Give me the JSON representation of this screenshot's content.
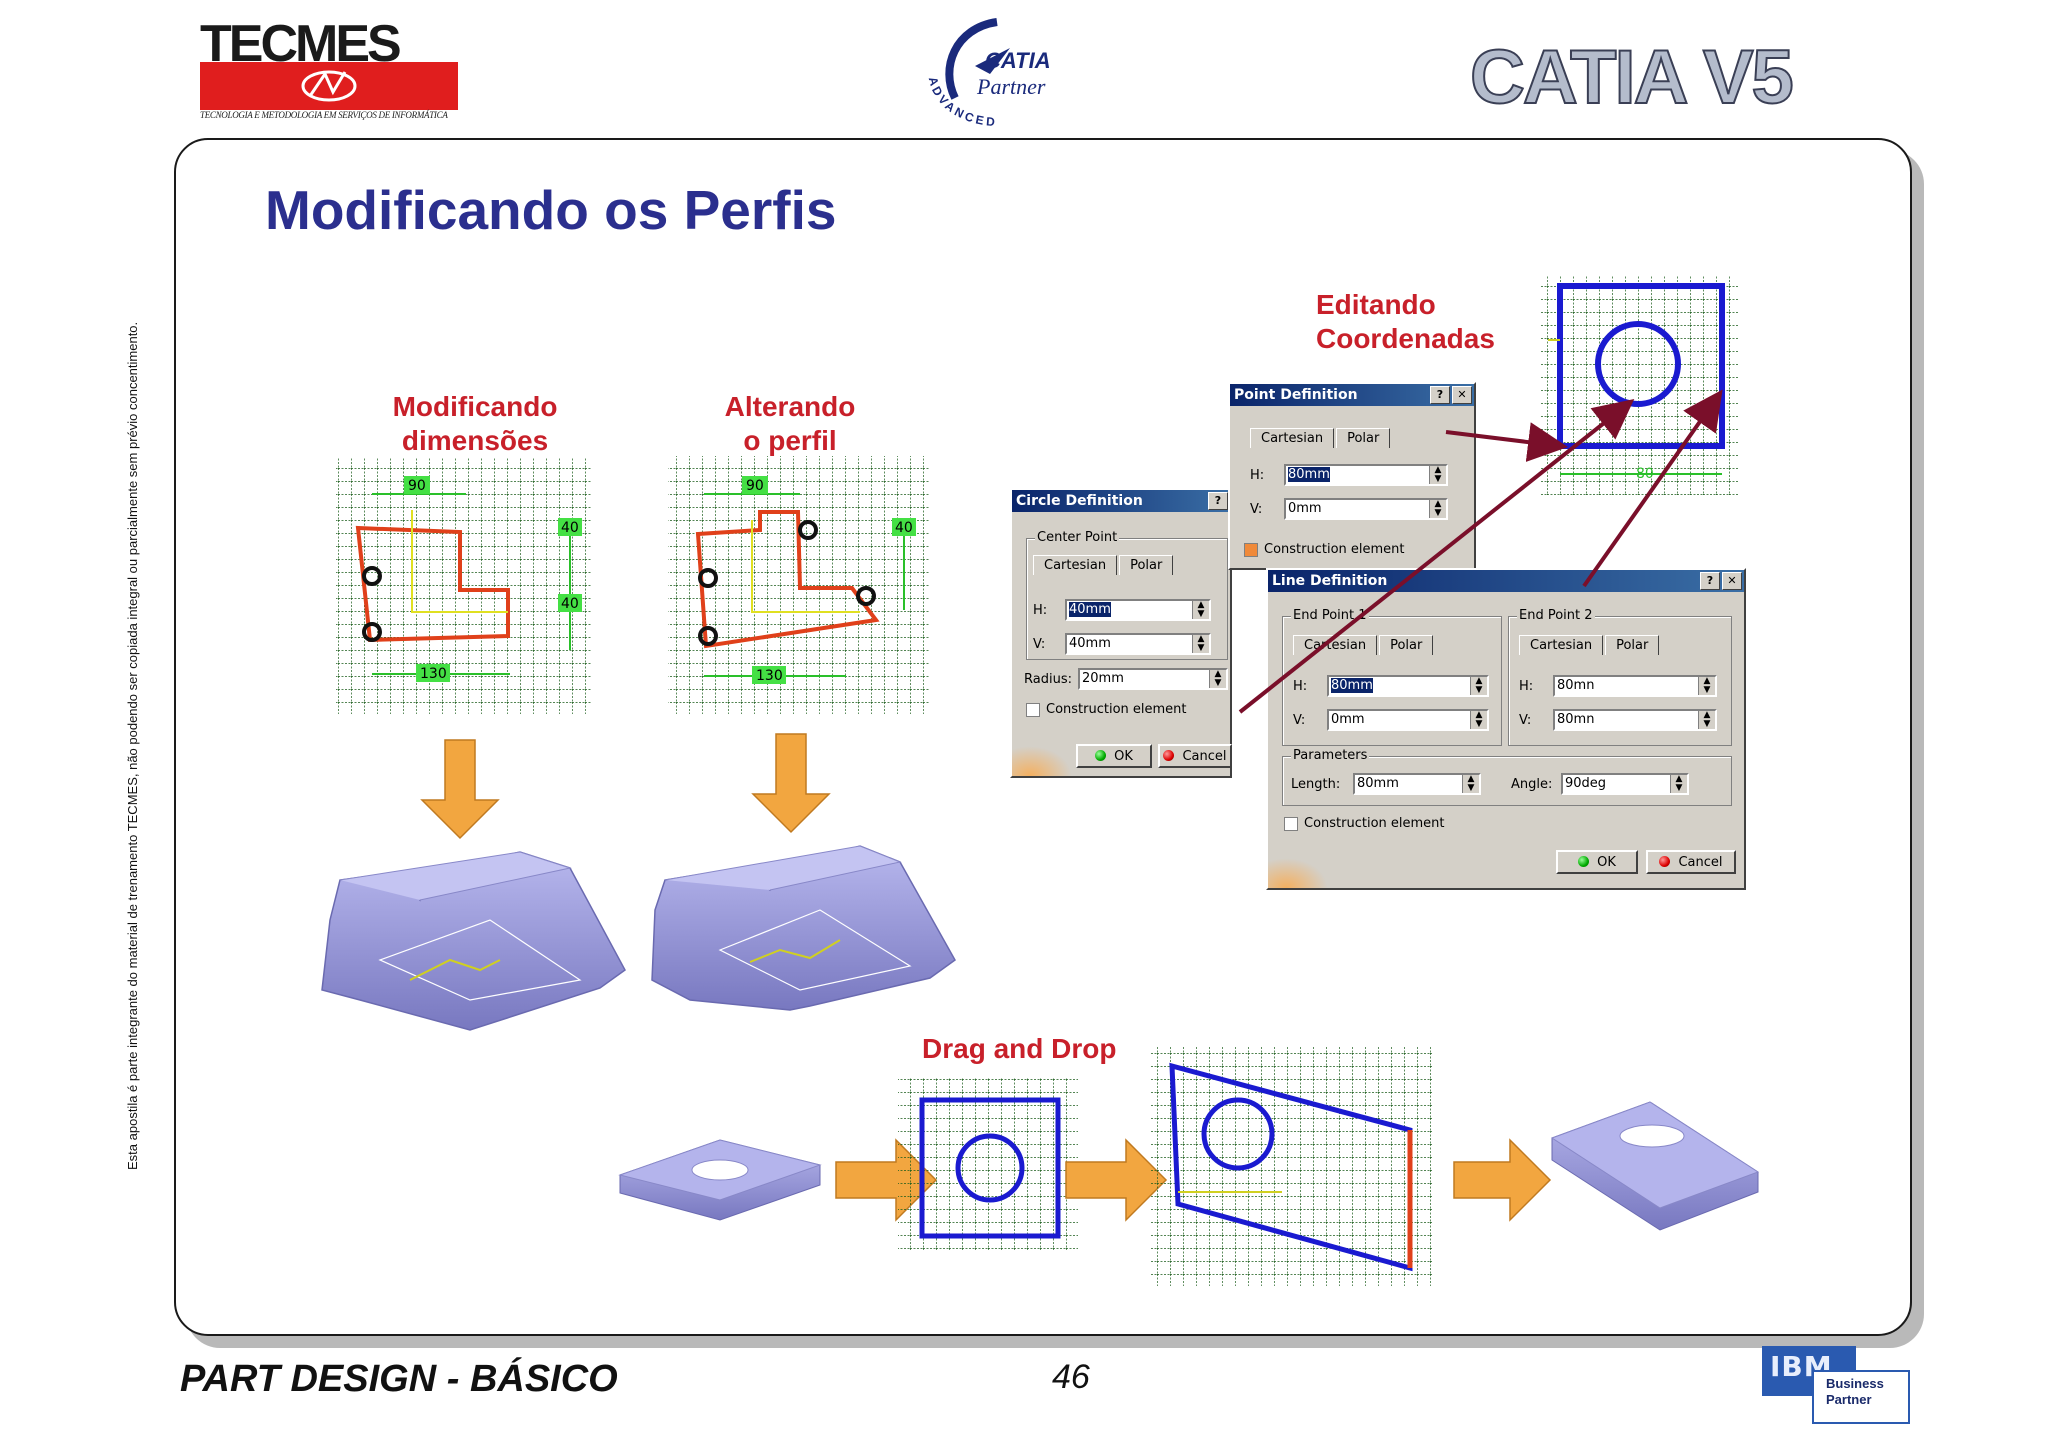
{
  "header": {
    "tecmes_name": "TECMES",
    "tecmes_tagline": "TECNOLOGIA E METODOLOGIA EM SERVIÇOS DE INFORMÁTICA",
    "catia_brand": "CATIA",
    "catia_partner": "Partner",
    "catia_advanced": "ADVANCED",
    "catia_v5": "CATIA V5"
  },
  "side_note": "Esta apostila é parte integrante do material de trenamento TECMES, não podendo ser copiada integral ou parcialmente sem prévio concentimento.",
  "slide": {
    "title": "Modificando os Perfis",
    "label_mod_dim_1": "Modificando",
    "label_mod_dim_2": "dimensões",
    "label_alt_1": "Alterando",
    "label_alt_2": "o perfil",
    "label_edit_1": "Editando",
    "label_edit_2": "Coordenadas",
    "label_drag": "Drag and Drop"
  },
  "sketch1": {
    "dim_top": "90",
    "dim_right_1": "40",
    "dim_right_2": "40",
    "dim_bottom": "130"
  },
  "sketch2": {
    "dim_top": "90",
    "dim_right": "40",
    "dim_bottom": "130"
  },
  "sketch3": {
    "dim_bottom": "80"
  },
  "circle_dialog": {
    "title": "Circle Definition",
    "help": "?",
    "group_center": "Center Point",
    "tab_cartesian": "Cartesian",
    "tab_polar": "Polar",
    "h_label": "H:",
    "h_value": "40mm",
    "v_label": "V:",
    "v_value": "40mm",
    "radius_label": "Radius:",
    "radius_value": "20mm",
    "construction": "Construction element",
    "ok": "OK",
    "cancel": "Cancel"
  },
  "point_dialog": {
    "title": "Point Definition",
    "help": "?",
    "close": "✕",
    "tab_cartesian": "Cartesian",
    "tab_polar": "Polar",
    "h_label": "H:",
    "h_value": "80mm",
    "v_label": "V:",
    "v_value": "0mm",
    "construction": "Construction element"
  },
  "line_dialog": {
    "title": "Line Definition",
    "help": "?",
    "close": "✕",
    "group_end1": "End Point 1",
    "group_end2": "End Point 2",
    "tab_cartesian": "Cartesian",
    "tab_polar": "Polar",
    "h_label": "H:",
    "v_label": "V:",
    "ep1_h": "80mm",
    "ep1_v": "0mm",
    "ep2_h": "80mn",
    "ep2_v": "80mn",
    "group_params": "Parameters",
    "length_label": "Length:",
    "length_value": "80mm",
    "angle_label": "Angle:",
    "angle_value": "90deg",
    "construction": "Construction element",
    "ok": "OK",
    "cancel": "Cancel"
  },
  "footer": {
    "course": "PART DESIGN - BÁSICO",
    "page": "46",
    "ibm": "IBM",
    "ibm_business": "Business",
    "ibm_partner": "Partner"
  },
  "colors": {
    "title_blue": "#2b2f8e",
    "label_red": "#c8202a",
    "sketch_green": "#1a5c1a",
    "profile_red": "#e0401a",
    "profile_blue": "#1a1ad0",
    "arrow_orange": "#f2a640",
    "arrow_maroon": "#7a0f2a",
    "part_lavender": "#9a9ad8"
  }
}
